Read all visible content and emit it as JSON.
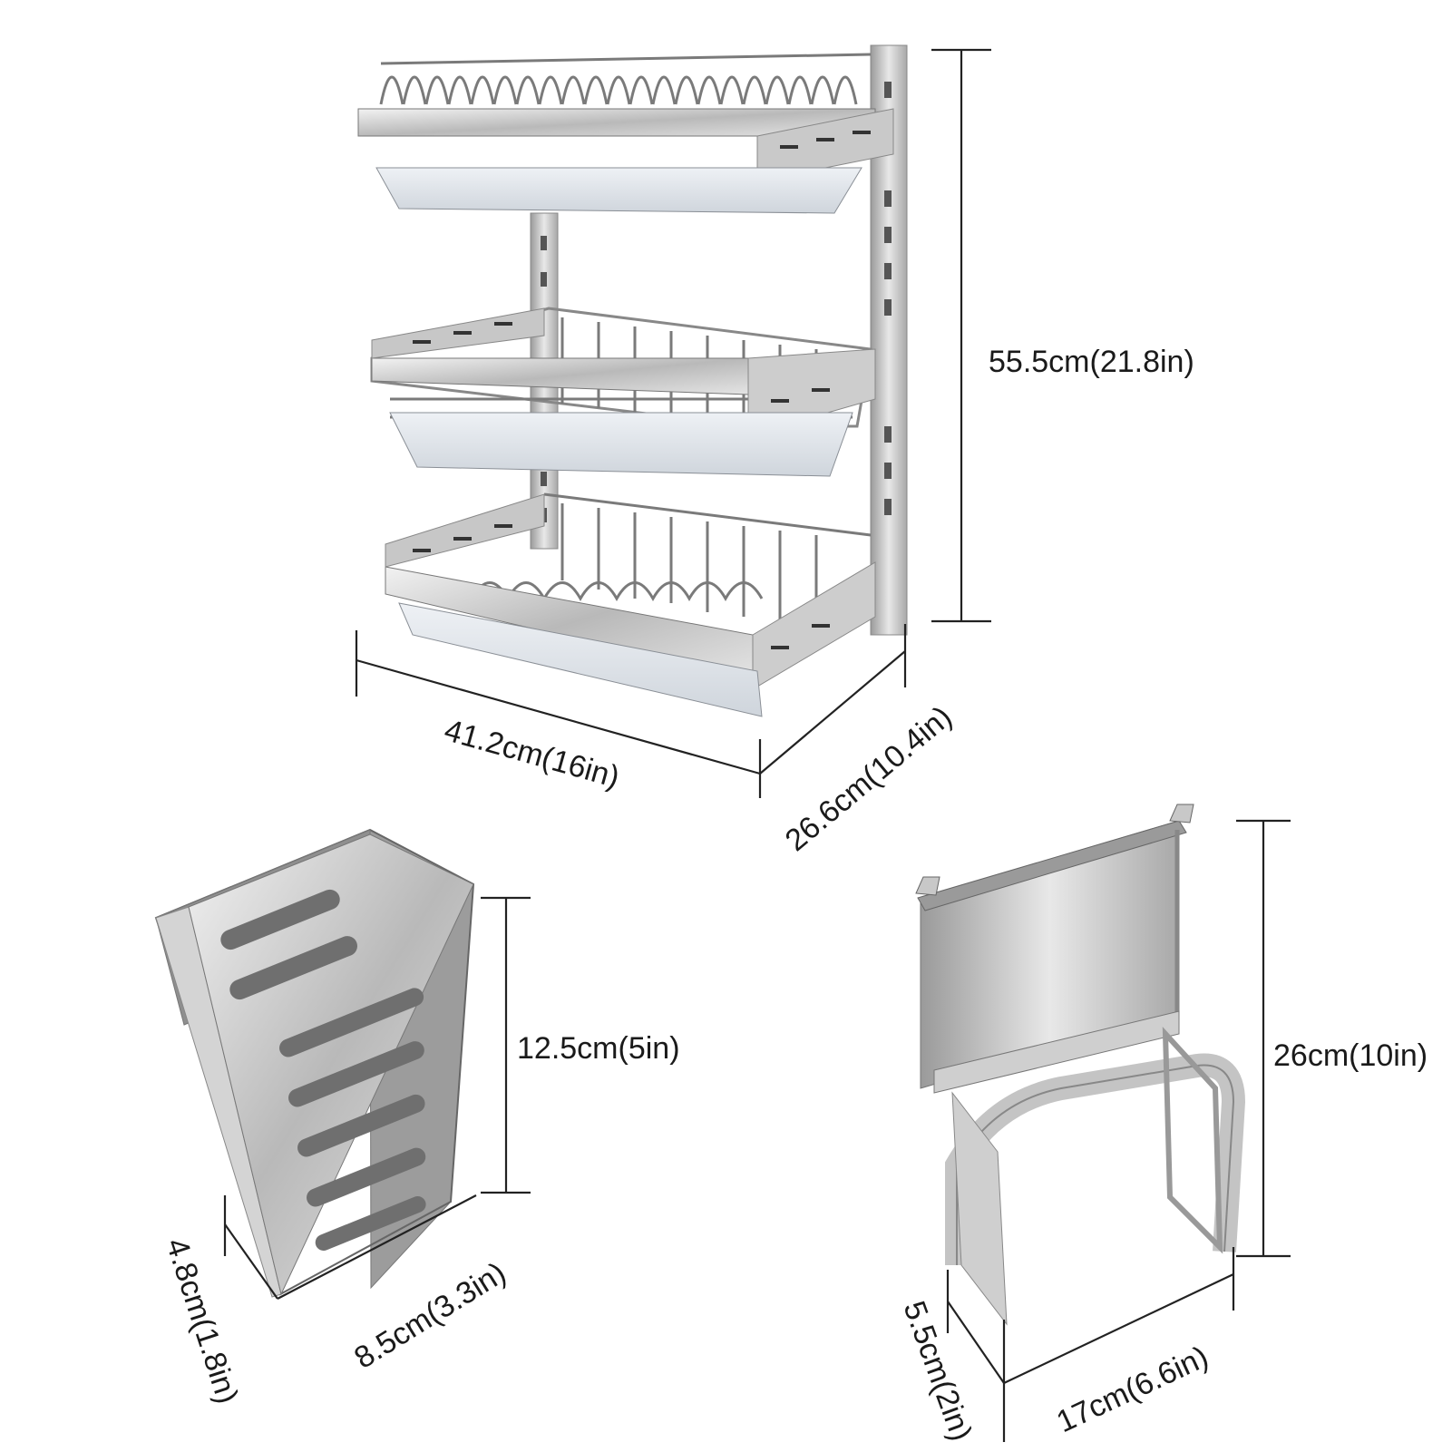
{
  "rack": {
    "height_label": "55.5cm(21.8in)",
    "width_label": "41.2cm(16in)",
    "depth_label": "26.6cm(10.4in)"
  },
  "cutlery_holder": {
    "height_label": "12.5cm(5in)",
    "width_label": "8.5cm(3.3in)",
    "depth_label": "4.8cm(1.8in)"
  },
  "board_holder": {
    "height_label": "26cm(10in)",
    "width_label": "17cm(6.6in)",
    "depth_label": "5.5cm(2in)"
  }
}
